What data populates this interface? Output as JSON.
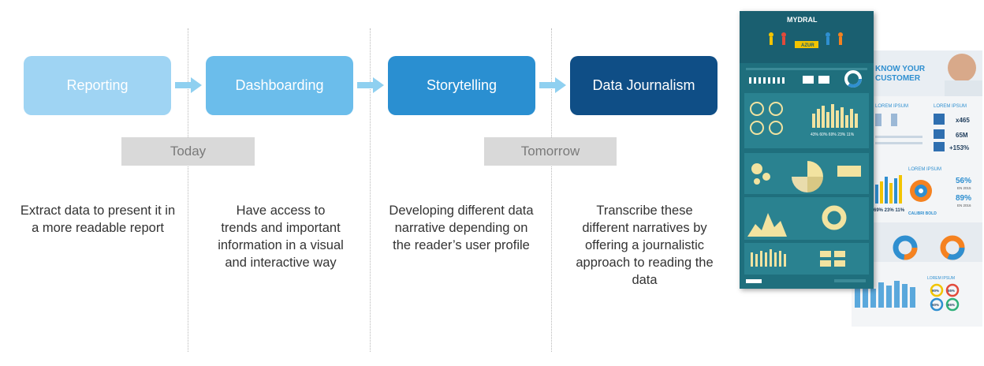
{
  "colors": {
    "reporting": "#9fd4f3",
    "dashboarding": "#6bbdeb",
    "storytelling": "#2a8fd1",
    "data_journalism": "#0f4e86",
    "arrow": "#8fd0f0",
    "time_box": "#d9d9d9"
  },
  "stages": [
    {
      "label": "Reporting",
      "description": "Extract data to present it in a more readable report"
    },
    {
      "label": "Dashboarding",
      "description": "Have access to trends and important information in a visual and interactive way"
    },
    {
      "label": "Storytelling",
      "description": "Developing different data narrative depending on the reader’s user profile"
    },
    {
      "label": "Data Journalism",
      "description": "Transcribe these different narratives by offering a journalistic approach to reading the data"
    }
  ],
  "timeline": {
    "today": "Today",
    "tomorrow": "Tomorrow"
  },
  "infographic_back": {
    "heading_line1": "KNOW YOUR",
    "heading_line2": "CUSTOMER",
    "lorem_a": "LOREM IPSUM",
    "lorem_b": "LOREM IPSUM",
    "lorem_c": "LOREM IPSUM",
    "lorem_d": "LOREM IPSUM",
    "stat1": "x465",
    "stat2": "65M",
    "stat3": "+153%",
    "pct1": "56%",
    "pct1_sub": "EN 2015",
    "pct2": "89%",
    "pct2_sub": "EN 2016",
    "calibri": "CALIBRI BOLD",
    "bars_pct": "69% 23% 11%",
    "donut_pcts": [
      "90%",
      "55%",
      "50%",
      "65%"
    ]
  },
  "infographic_front": {
    "brand": "MYDRAL",
    "center_label": "AZUR",
    "bar_pcts": "43% 60% 69% 23% 11%"
  }
}
